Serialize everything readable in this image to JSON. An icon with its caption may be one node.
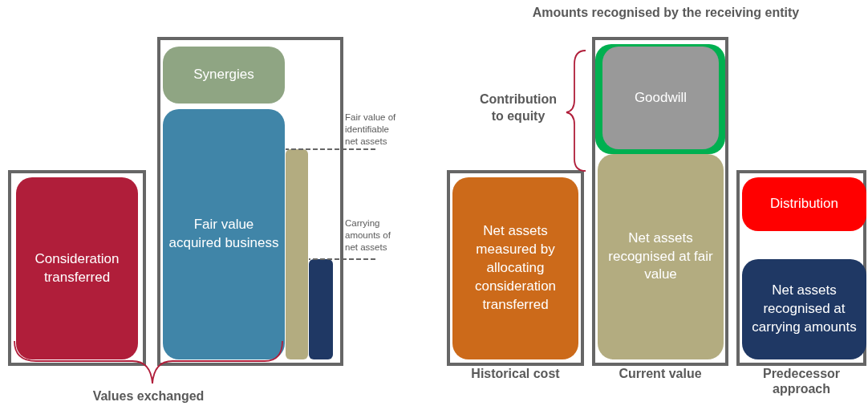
{
  "diagram": {
    "nodes": [
      {
        "text": [],
        "shape": "box"
      },
      {
        "text": [
          "Consideration transferred"
        ],
        "in": 0
      },
      {
        "text": [],
        "shape": "box"
      },
      {
        "text": [
          "Synergies"
        ],
        "in": 2
      },
      {
        "text": [
          "Fair value acquired business"
        ],
        "in": 2
      },
      {
        "text": [],
        "shape": "bar",
        "in": 2
      },
      {
        "text": [],
        "shape": "bar",
        "in": 2
      },
      {
        "text": [
          "Historical cost"
        ]
      },
      {
        "text": [
          "Net assets measured by allocating consideration transferred"
        ],
        "in": 7
      },
      {
        "text": [
          "Current value"
        ]
      },
      {
        "text": [],
        "shape": "box",
        "in": 9
      },
      {
        "text": [
          "Goodwill"
        ],
        "in": 10
      },
      {
        "text": [
          "Net assets recognised at fair value"
        ],
        "in": 9
      },
      {
        "text": [
          "Predecessor approach"
        ]
      },
      {
        "text": [
          "Distribution"
        ],
        "in": 13
      },
      {
        "text": [
          "Net assets recognised at carrying amounts"
        ],
        "in": 13
      },
      {
        "text": [
          "Fair value of identifiable net assets"
        ]
      },
      {
        "text": [
          "Carrying amounts of net assets"
        ]
      }
    ],
    "edges": [
      {
        "from": 16,
        "to": 5,
        "arrow": "none",
        "style": "dashed"
      },
      {
        "from": 17,
        "to": 6,
        "arrow": "none",
        "style": "dashed"
      }
    ],
    "labels": [
      "Amounts recognised by the receiving entity",
      "Contribution to equity",
      "Values exchanged"
    ]
  }
}
